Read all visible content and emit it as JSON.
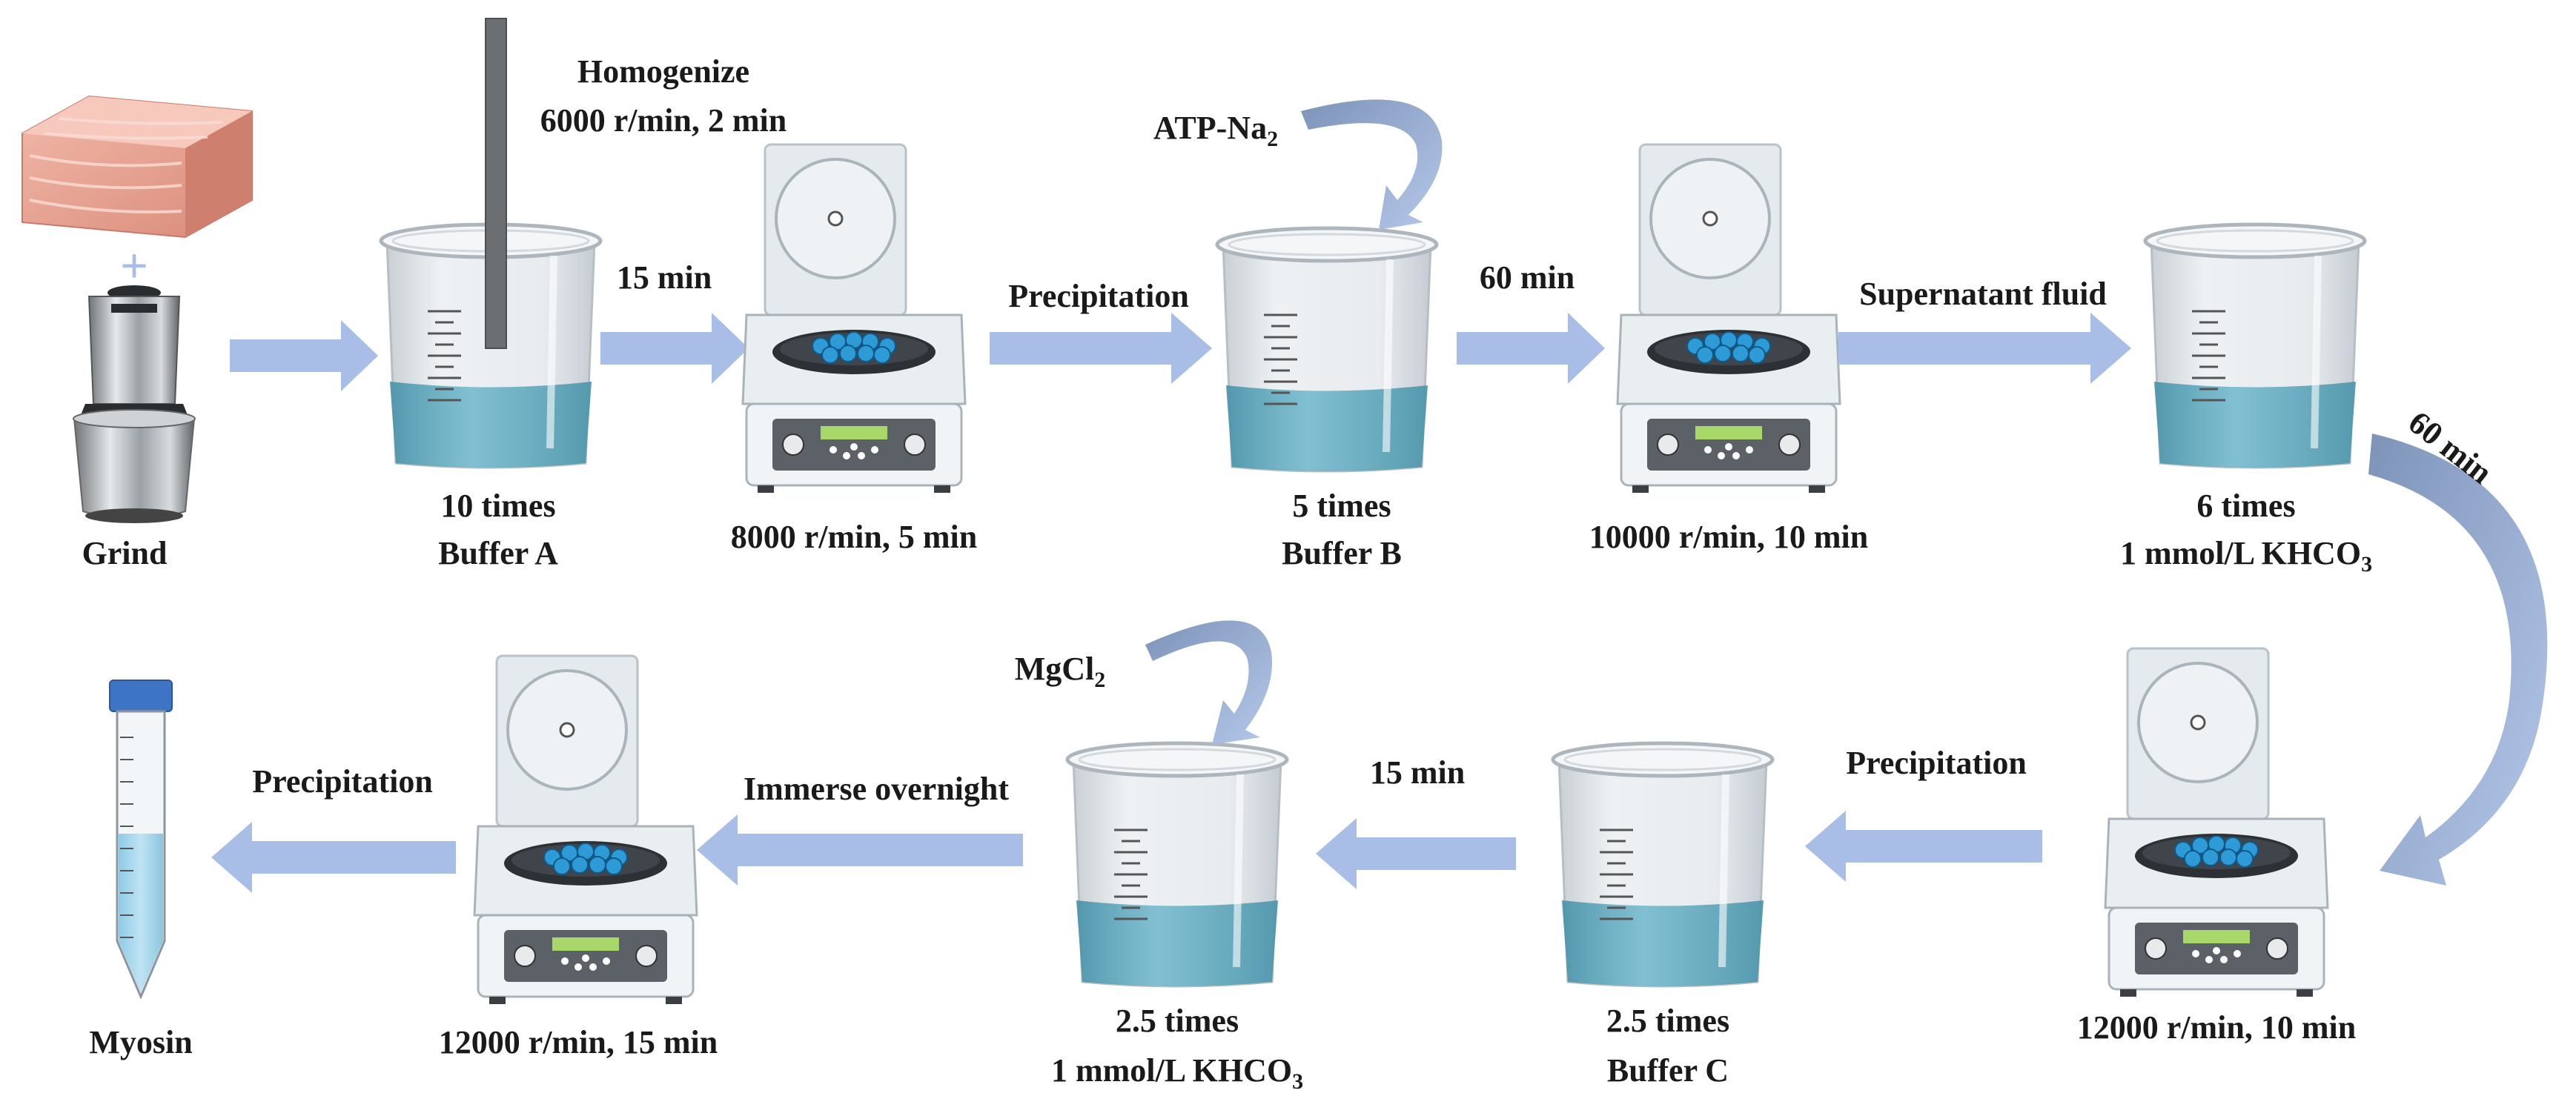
{
  "steps": {
    "grind": "Grind",
    "homogenize_title": "Homogenize",
    "homogenize_params": "6000 r/min, 2 min",
    "buffer_a_times": "10 times",
    "buffer_a_name": "Buffer A",
    "arrow1": "15 min",
    "centrifuge1": "8000 r/min, 5 min",
    "arrow2": "Precipitation",
    "atp_base": "ATP-Na",
    "atp_sub": "2",
    "buffer_b_times": "5 times",
    "buffer_b_name": "Buffer B",
    "arrow3": "60 min",
    "centrifuge2": "10000 r/min, 10 min",
    "arrow4": "Supernatant fluid",
    "khco3_times": "6 times",
    "khco3_base": "1 mmol/L KHCO",
    "khco3_sub": "3",
    "arrow5": "60 min",
    "centrifuge3": "12000 r/min, 10 min",
    "arrow6": "Precipitation",
    "buffer_c_times": "2.5 times",
    "buffer_c_name": "Buffer C",
    "arrow7": "15 min",
    "mgcl_base": "MgCl",
    "mgcl_sub": "2",
    "khco3b_times": "2.5 times",
    "khco3b_base": "1 mmol/L KHCO",
    "khco3b_sub": "3",
    "arrow8": "Immerse overnight",
    "centrifuge4": "12000 r/min, 15 min",
    "arrow9": "Precipitation",
    "myosin": "Myosin",
    "plus": "+"
  },
  "colors": {
    "arrow": "#a9bee6",
    "curved_arrow_dark": "#7d93b8",
    "liquid": "#5aa6bd",
    "beaker_glass": "#e3e8ec"
  }
}
